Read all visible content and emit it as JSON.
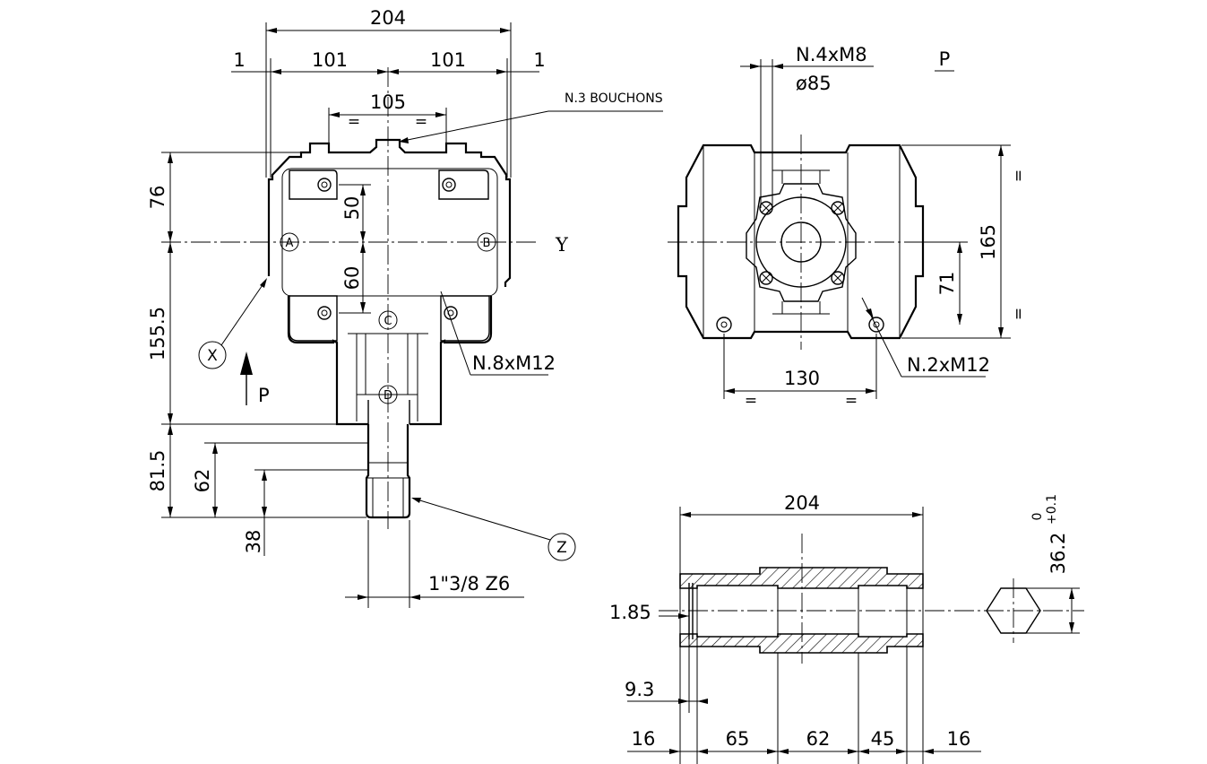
{
  "dims": {
    "overall_width": "204",
    "half_width_left": "101",
    "half_width_right": "101",
    "edge_left": "1",
    "edge_right": "1",
    "plug_spacing": "105",
    "height_upper": "76",
    "height_lower": "155.5",
    "bolt_upper": "50",
    "bolt_lower": "60",
    "shaft_total": "81.5",
    "shaft_62": "62",
    "shaft_38": "38",
    "equal": "=",
    "front_height": "165",
    "front_71": "71",
    "front_130": "130",
    "bore_width": "204",
    "bore_185": "1.85",
    "bore_93": "9.3",
    "seg_16a": "16",
    "seg_65": "65",
    "seg_62": "62",
    "seg_45": "45",
    "seg_16b": "16"
  },
  "labels": {
    "plugs": "N.3 BOUCHONS",
    "holes_m12_8": "N.8xM12",
    "holes_m12_2": "N.2xM12",
    "holes_m8": "N.4xM8",
    "circle_85": "ø85",
    "view_p": "P",
    "arrow_p": "P",
    "axis_y": "Y",
    "spline": "1\"3/8 Z6",
    "tol_main": "36.2",
    "tol_upper": "+0.1",
    "tol_lower": "0"
  },
  "markers": [
    "A",
    "B",
    "C",
    "D",
    "X",
    "Z"
  ]
}
